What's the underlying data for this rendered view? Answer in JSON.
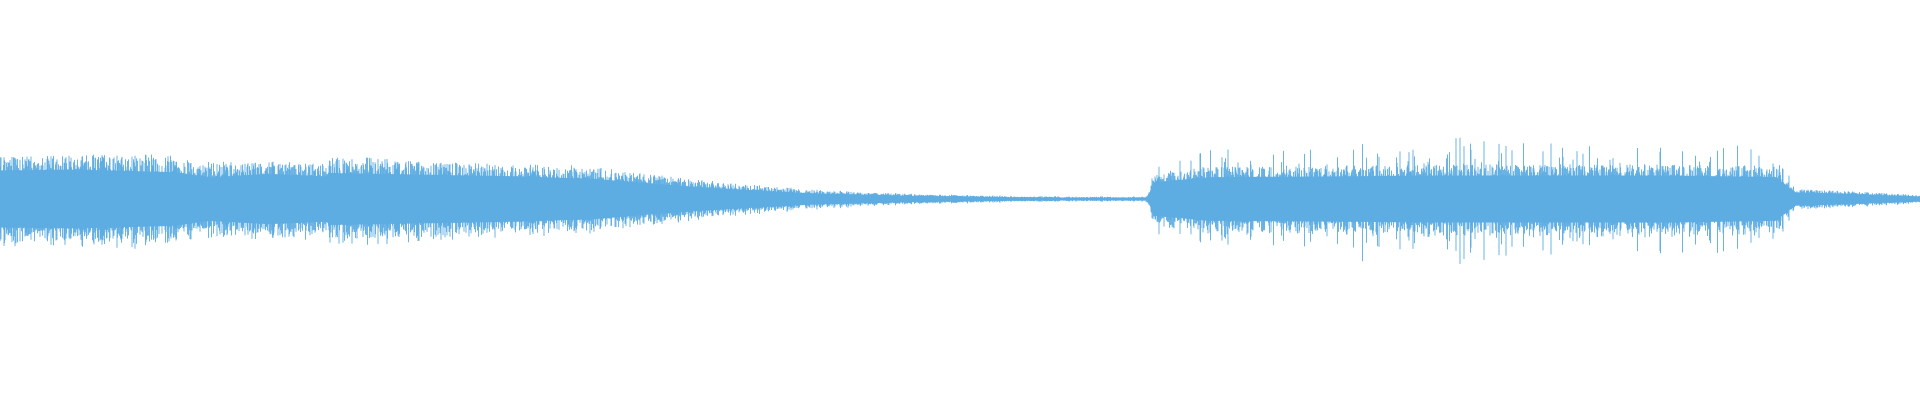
{
  "waveform": {
    "color": "#5dace2",
    "background": "#ffffff",
    "channels": 1,
    "envelope": [
      {
        "t": 0.0,
        "amp": 0.34,
        "peak": 0.33
      },
      {
        "t": 0.04,
        "amp": 0.35,
        "peak": 0.36
      },
      {
        "t": 0.09,
        "amp": 0.32,
        "peak": 0.36
      },
      {
        "t": 0.11,
        "amp": 0.26,
        "peak": 0.3
      },
      {
        "t": 0.14,
        "amp": 0.3,
        "peak": 0.31
      },
      {
        "t": 0.17,
        "amp": 0.27,
        "peak": 0.28
      },
      {
        "t": 0.172,
        "amp": 0.31,
        "peak": 0.36
      },
      {
        "t": 0.22,
        "amp": 0.29,
        "peak": 0.3
      },
      {
        "t": 0.27,
        "amp": 0.27,
        "peak": 0.28
      },
      {
        "t": 0.31,
        "amp": 0.24,
        "peak": 0.27
      },
      {
        "t": 0.34,
        "amp": 0.18,
        "peak": 0.2
      },
      {
        "t": 0.38,
        "amp": 0.12,
        "peak": 0.13
      },
      {
        "t": 0.42,
        "amp": 0.07,
        "peak": 0.08
      },
      {
        "t": 0.47,
        "amp": 0.04,
        "peak": 0.045
      },
      {
        "t": 0.53,
        "amp": 0.02,
        "peak": 0.025
      },
      {
        "t": 0.597,
        "amp": 0.015,
        "peak": 0.02
      },
      {
        "t": 0.599,
        "amp": 0.08,
        "peak": 0.1
      },
      {
        "t": 0.601,
        "amp": 0.2,
        "peak": 0.3
      },
      {
        "t": 0.63,
        "amp": 0.26,
        "peak": 0.42
      },
      {
        "t": 0.7,
        "amp": 0.27,
        "peak": 0.44
      },
      {
        "t": 0.74,
        "amp": 0.28,
        "peak": 0.52
      },
      {
        "t": 0.8,
        "amp": 0.28,
        "peak": 0.47
      },
      {
        "t": 0.87,
        "amp": 0.28,
        "peak": 0.45
      },
      {
        "t": 0.925,
        "amp": 0.26,
        "peak": 0.42
      },
      {
        "t": 0.935,
        "amp": 0.08,
        "peak": 0.08
      },
      {
        "t": 0.965,
        "amp": 0.06,
        "peak": 0.06
      },
      {
        "t": 1.0,
        "amp": 0.03,
        "peak": 0.03
      }
    ]
  }
}
